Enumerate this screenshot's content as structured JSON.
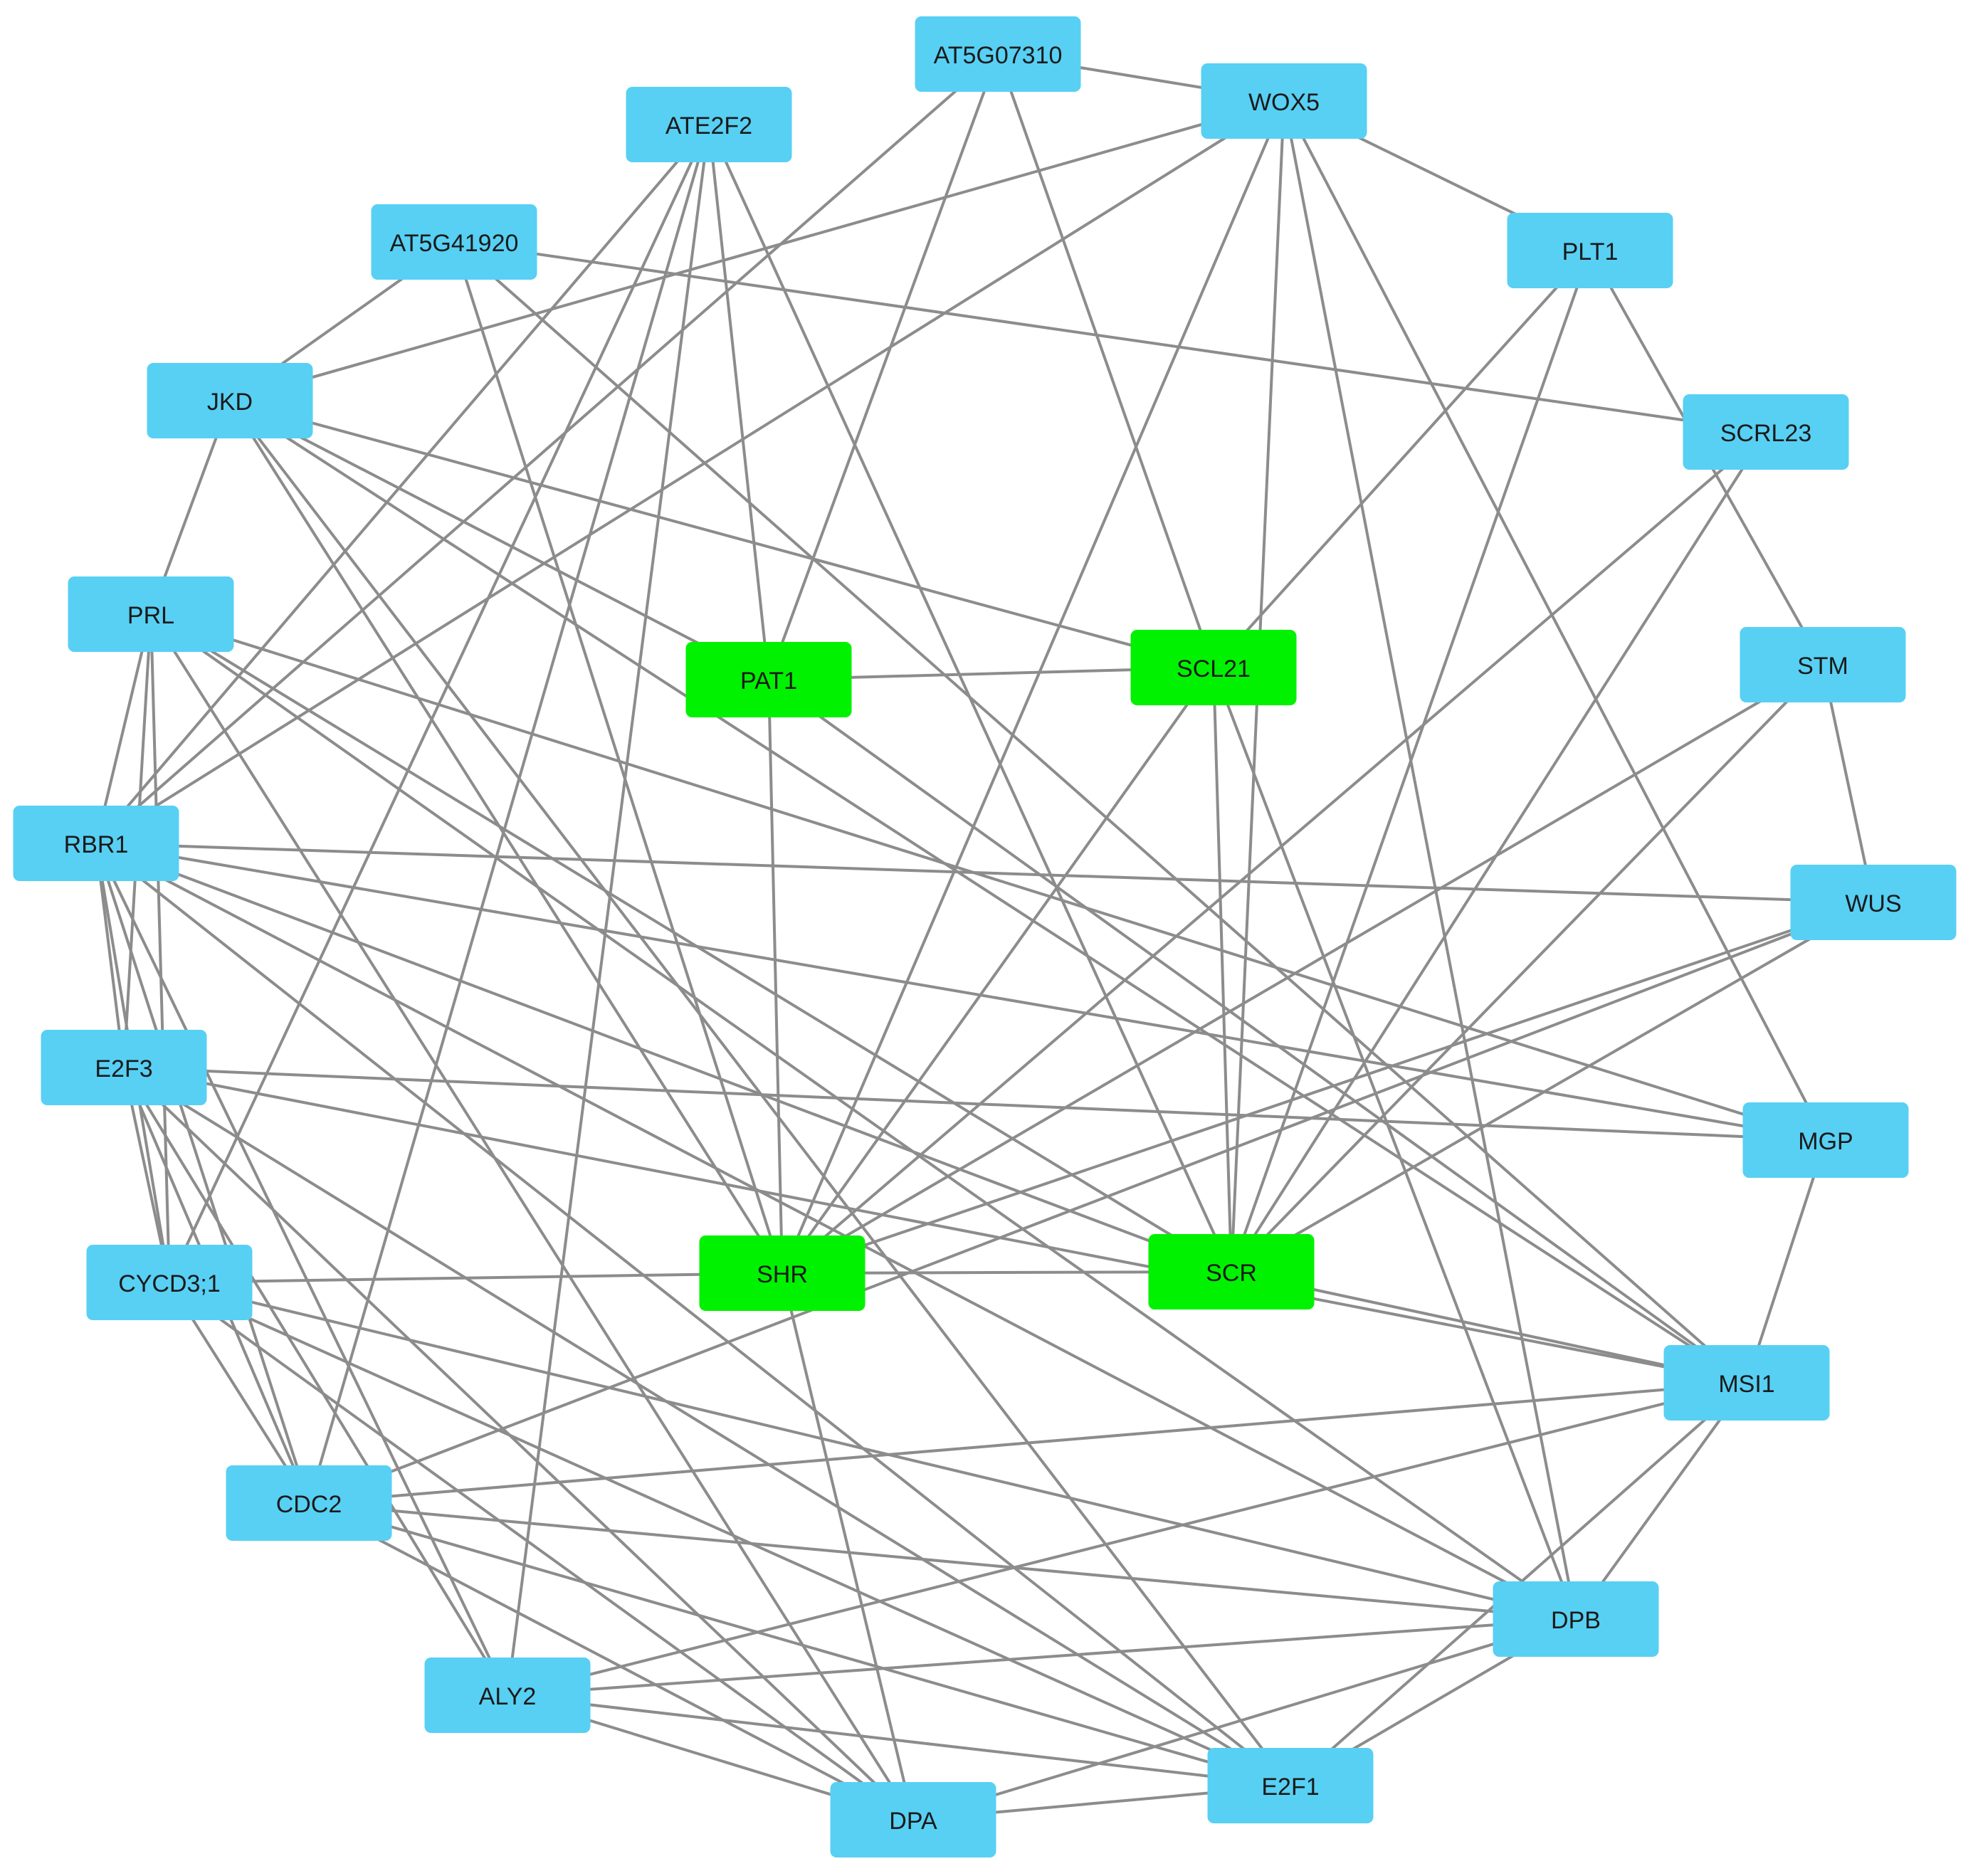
{
  "network": {
    "colors": {
      "peripheral_node": "#57D0F4",
      "core_node": "#00F200",
      "edge": "#8C8C8C",
      "background": "#FFFFFF"
    },
    "nodes": [
      {
        "id": "AT5G07310",
        "label": "AT5G07310",
        "group": "peripheral"
      },
      {
        "id": "WOX5",
        "label": "WOX5",
        "group": "peripheral"
      },
      {
        "id": "ATE2F2",
        "label": "ATE2F2",
        "group": "peripheral"
      },
      {
        "id": "PLT1",
        "label": "PLT1",
        "group": "peripheral"
      },
      {
        "id": "AT5G41920",
        "label": "AT5G41920",
        "group": "peripheral"
      },
      {
        "id": "SCRL23",
        "label": "SCRL23",
        "group": "peripheral"
      },
      {
        "id": "JKD",
        "label": "JKD",
        "group": "peripheral"
      },
      {
        "id": "PRL",
        "label": "PRL",
        "group": "peripheral"
      },
      {
        "id": "STM",
        "label": "STM",
        "group": "peripheral"
      },
      {
        "id": "RBR1",
        "label": "RBR1",
        "group": "peripheral"
      },
      {
        "id": "WUS",
        "label": "WUS",
        "group": "peripheral"
      },
      {
        "id": "E2F3",
        "label": "E2F3",
        "group": "peripheral"
      },
      {
        "id": "MGP",
        "label": "MGP",
        "group": "peripheral"
      },
      {
        "id": "CYCD3_1",
        "label": "CYCD3;1",
        "group": "peripheral"
      },
      {
        "id": "MSI1",
        "label": "MSI1",
        "group": "peripheral"
      },
      {
        "id": "CDC2",
        "label": "CDC2",
        "group": "peripheral"
      },
      {
        "id": "DPB",
        "label": "DPB",
        "group": "peripheral"
      },
      {
        "id": "ALY2",
        "label": "ALY2",
        "group": "peripheral"
      },
      {
        "id": "E2F1",
        "label": "E2F1",
        "group": "peripheral"
      },
      {
        "id": "DPA",
        "label": "DPA",
        "group": "peripheral"
      },
      {
        "id": "PAT1",
        "label": "PAT1",
        "group": "core"
      },
      {
        "id": "SCL21",
        "label": "SCL21",
        "group": "core"
      },
      {
        "id": "SHR",
        "label": "SHR",
        "group": "core"
      },
      {
        "id": "SCR",
        "label": "SCR",
        "group": "core"
      }
    ],
    "edges": [
      [
        "AT5G07310",
        "WOX5"
      ],
      [
        "AT5G07310",
        "PAT1"
      ],
      [
        "AT5G07310",
        "SCL21"
      ],
      [
        "AT5G07310",
        "RBR1"
      ],
      [
        "WOX5",
        "PLT1"
      ],
      [
        "WOX5",
        "JKD"
      ],
      [
        "WOX5",
        "RBR1"
      ],
      [
        "WOX5",
        "SHR"
      ],
      [
        "WOX5",
        "SCR"
      ],
      [
        "WOX5",
        "MGP"
      ],
      [
        "WOX5",
        "DPB"
      ],
      [
        "ATE2F2",
        "PAT1"
      ],
      [
        "ATE2F2",
        "SCR"
      ],
      [
        "ATE2F2",
        "RBR1"
      ],
      [
        "ATE2F2",
        "CDC2"
      ],
      [
        "ATE2F2",
        "ALY2"
      ],
      [
        "ATE2F2",
        "CYCD3_1"
      ],
      [
        "PLT1",
        "SCL21"
      ],
      [
        "PLT1",
        "SCR"
      ],
      [
        "PLT1",
        "STM"
      ],
      [
        "AT5G41920",
        "JKD"
      ],
      [
        "AT5G41920",
        "SCRL23"
      ],
      [
        "AT5G41920",
        "SHR"
      ],
      [
        "AT5G41920",
        "MSI1"
      ],
      [
        "SCRL23",
        "SHR"
      ],
      [
        "SCRL23",
        "SCR"
      ],
      [
        "JKD",
        "PRL"
      ],
      [
        "JKD",
        "SCL21"
      ],
      [
        "JKD",
        "SHR"
      ],
      [
        "JKD",
        "E2F1"
      ],
      [
        "JKD",
        "MSI1"
      ],
      [
        "PRL",
        "DPA"
      ],
      [
        "PRL",
        "RBR1"
      ],
      [
        "PRL",
        "E2F3"
      ],
      [
        "PRL",
        "CYCD3_1"
      ],
      [
        "PRL",
        "SCR"
      ],
      [
        "PRL",
        "DPB"
      ],
      [
        "PRL",
        "MGP"
      ],
      [
        "STM",
        "WUS"
      ],
      [
        "STM",
        "SHR"
      ],
      [
        "STM",
        "SCR"
      ],
      [
        "RBR1",
        "WUS"
      ],
      [
        "RBR1",
        "E2F3"
      ],
      [
        "RBR1",
        "CYCD3_1"
      ],
      [
        "RBR1",
        "CDC2"
      ],
      [
        "RBR1",
        "ALY2"
      ],
      [
        "RBR1",
        "SCR"
      ],
      [
        "RBR1",
        "MGP"
      ],
      [
        "RBR1",
        "DPB"
      ],
      [
        "RBR1",
        "E2F1"
      ],
      [
        "WUS",
        "SHR"
      ],
      [
        "WUS",
        "SCR"
      ],
      [
        "WUS",
        "CDC2"
      ],
      [
        "E2F3",
        "CYCD3_1"
      ],
      [
        "E2F3",
        "CDC2"
      ],
      [
        "E2F3",
        "ALY2"
      ],
      [
        "E2F3",
        "MGP"
      ],
      [
        "E2F3",
        "DPA"
      ],
      [
        "E2F3",
        "E2F1"
      ],
      [
        "E2F3",
        "MSI1"
      ],
      [
        "MGP",
        "MSI1"
      ],
      [
        "CYCD3_1",
        "SHR"
      ],
      [
        "CYCD3_1",
        "CDC2"
      ],
      [
        "CYCD3_1",
        "DPB"
      ],
      [
        "CYCD3_1",
        "E2F1"
      ],
      [
        "CYCD3_1",
        "DPA"
      ],
      [
        "MSI1",
        "SCR"
      ],
      [
        "MSI1",
        "CDC2"
      ],
      [
        "MSI1",
        "ALY2"
      ],
      [
        "MSI1",
        "E2F1"
      ],
      [
        "MSI1",
        "DPB"
      ],
      [
        "CDC2",
        "DPB"
      ],
      [
        "CDC2",
        "E2F1"
      ],
      [
        "CDC2",
        "DPA"
      ],
      [
        "DPB",
        "ALY2"
      ],
      [
        "DPB",
        "E2F1"
      ],
      [
        "DPB",
        "DPA"
      ],
      [
        "ALY2",
        "DPA"
      ],
      [
        "ALY2",
        "E2F1"
      ],
      [
        "E2F1",
        "DPA"
      ],
      [
        "PAT1",
        "SCL21"
      ],
      [
        "PAT1",
        "SHR"
      ],
      [
        "PAT1",
        "MSI1"
      ],
      [
        "PAT1",
        "JKD"
      ],
      [
        "SCL21",
        "SCR"
      ],
      [
        "SCL21",
        "SHR"
      ],
      [
        "SCL21",
        "DPB"
      ],
      [
        "SHR",
        "SCR"
      ],
      [
        "SHR",
        "DPA"
      ]
    ]
  }
}
